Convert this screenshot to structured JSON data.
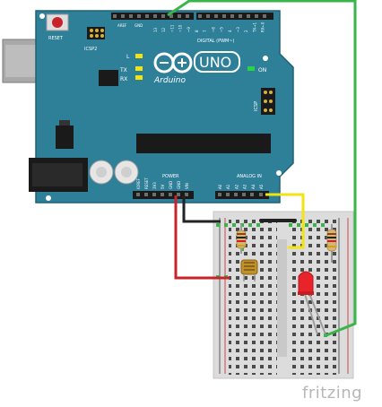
{
  "diagram": {
    "brand": "fritzing",
    "board": {
      "logo_text": "UNO",
      "brand_text": "Arduino",
      "reset_label": "RESET",
      "icsp2_label": "ICSP2",
      "icsp_label": "ICSP",
      "digital_label": "DIGITAL (PWM~)",
      "power_label": "POWER",
      "analog_label": "ANALOG IN",
      "on_label": "ON",
      "l_label": "L",
      "tx_label": "TX",
      "rx_label": "RX",
      "aref_label": "AREF",
      "gnd_label": "GND",
      "digital_pins": [
        "13",
        "12",
        "~11",
        "~10",
        "~9",
        "8",
        "7",
        "~6",
        "~5",
        "4",
        "~3",
        "2",
        "TX→1",
        "RX←0"
      ],
      "power_pins": [
        "IOREF",
        "RESET",
        "3V3",
        "5V",
        "GND",
        "GND",
        "VIN"
      ],
      "analog_pins": [
        "A0",
        "A1",
        "A2",
        "A3",
        "A4",
        "A5"
      ]
    },
    "colors": {
      "board": "#2e7f98",
      "wire_red": "#c8232a",
      "wire_black": "#222222",
      "wire_yellow": "#f2e313",
      "wire_green": "#39b54a",
      "led": "#e8232a",
      "breadboard": "#dcdcdc"
    }
  }
}
